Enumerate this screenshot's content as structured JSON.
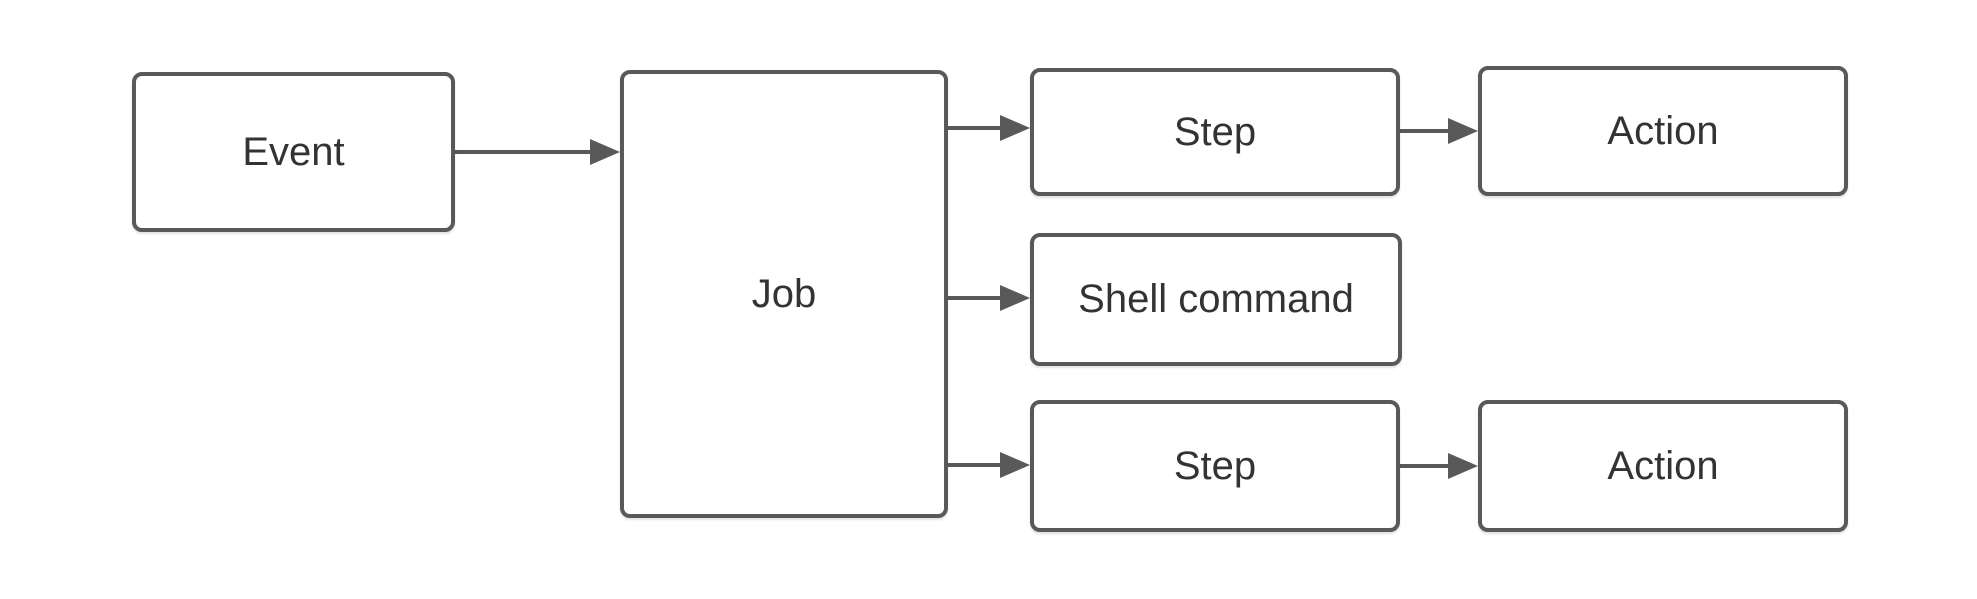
{
  "colors": {
    "border": "#595959",
    "text": "#333333",
    "background": "#ffffff",
    "arrow": "#595959"
  },
  "diagram": {
    "type": "flowchart",
    "direction": "left-to-right",
    "nodes": [
      {
        "id": "event",
        "label": "Event"
      },
      {
        "id": "job",
        "label": "Job"
      },
      {
        "id": "step-top",
        "label": "Step"
      },
      {
        "id": "action-top",
        "label": "Action"
      },
      {
        "id": "shell-command",
        "label": "Shell command"
      },
      {
        "id": "step-bottom",
        "label": "Step"
      },
      {
        "id": "action-bottom",
        "label": "Action"
      }
    ],
    "edges": [
      {
        "from": "event",
        "to": "job"
      },
      {
        "from": "job",
        "to": "step-top"
      },
      {
        "from": "job",
        "to": "shell-command"
      },
      {
        "from": "job",
        "to": "step-bottom"
      },
      {
        "from": "step-top",
        "to": "action-top"
      },
      {
        "from": "step-bottom",
        "to": "action-bottom"
      }
    ]
  }
}
